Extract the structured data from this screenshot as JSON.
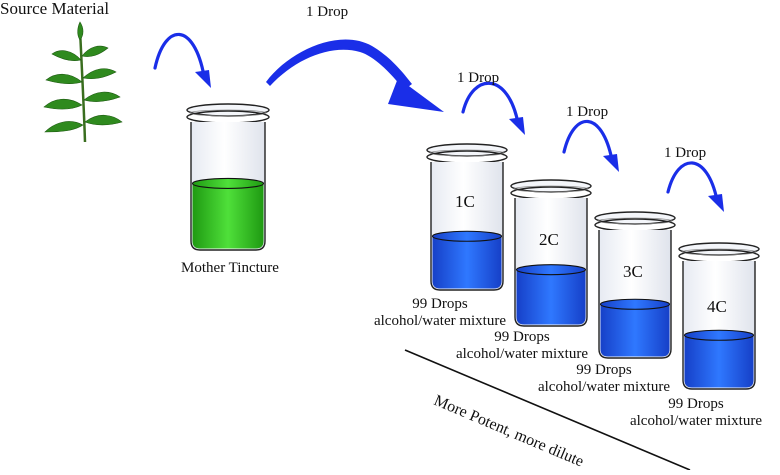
{
  "source": {
    "title": "Source Material",
    "icon": "plant-icon"
  },
  "drops": [
    {
      "label": ""
    },
    {
      "label": "1 Drop"
    },
    {
      "label": "1 Drop"
    },
    {
      "label": "1 Drop"
    },
    {
      "label": "1 Drop"
    }
  ],
  "mother": {
    "label": "Mother Tincture",
    "liquid_color": "#33cc22"
  },
  "jars": [
    {
      "label": "1C",
      "caption_line1": "99 Drops",
      "caption_line2": "alcohol/water mixture"
    },
    {
      "label": "2C",
      "caption_line1": "99 Drops",
      "caption_line2": "alcohol/water mixture"
    },
    {
      "label": "3C",
      "caption_line1": "99 Drops",
      "caption_line2": "alcohol/water mixture"
    },
    {
      "label": "4C",
      "caption_line1": "99 Drops",
      "caption_line2": "alcohol/water mixture"
    }
  ],
  "dilution_liquid_color": "#1e5fe0",
  "arrow_color": "#1a2ee8",
  "potency_label": "More Potent, more dilute"
}
